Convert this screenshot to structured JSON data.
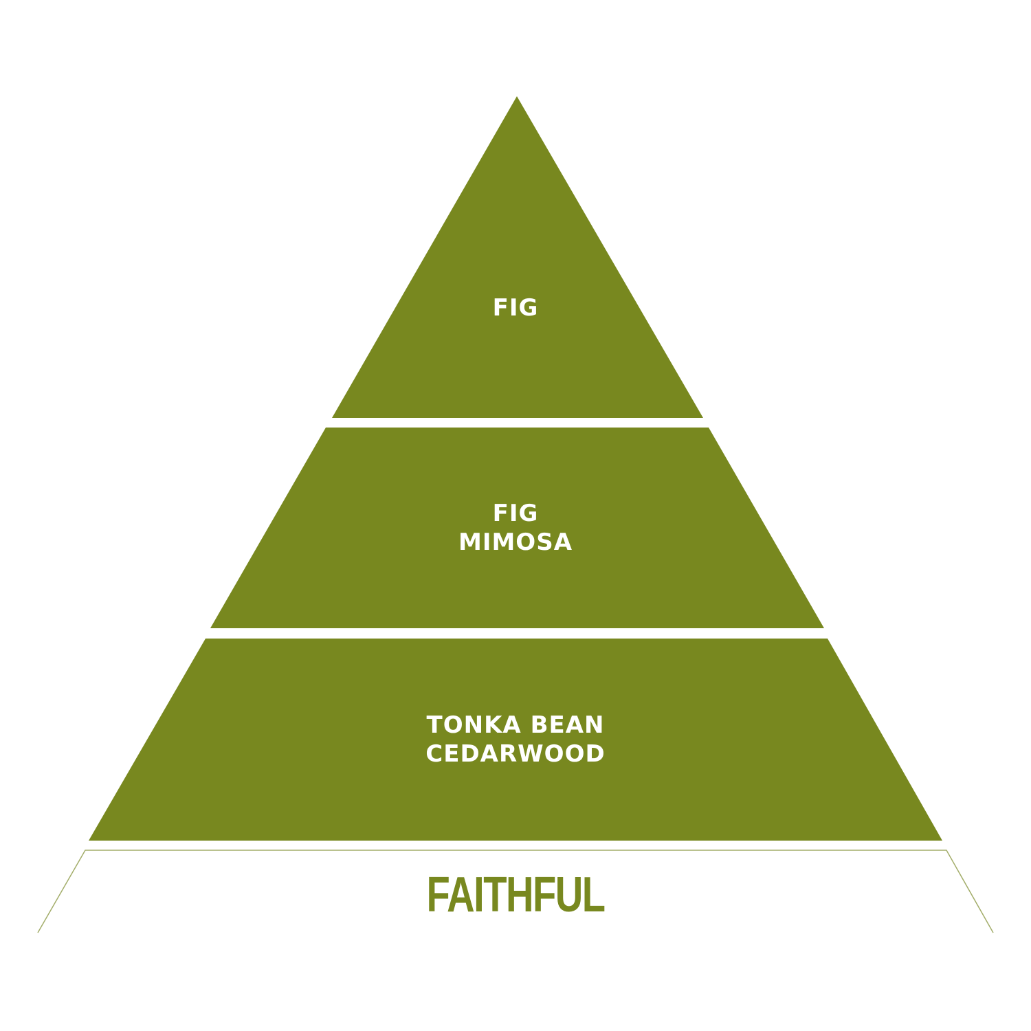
{
  "colors": {
    "tier_fill": "#78881f",
    "text_on_tier": "#ffffff",
    "base_outline": "#a3ad6a",
    "base_text": "#78881f"
  },
  "tiers": [
    {
      "lines": [
        "FIG"
      ]
    },
    {
      "lines": [
        "FIG",
        "MIMOSA"
      ]
    },
    {
      "lines": [
        "TONKA BEAN",
        "CEDARWOOD"
      ]
    }
  ],
  "base": {
    "label": "FAITHFUL"
  }
}
